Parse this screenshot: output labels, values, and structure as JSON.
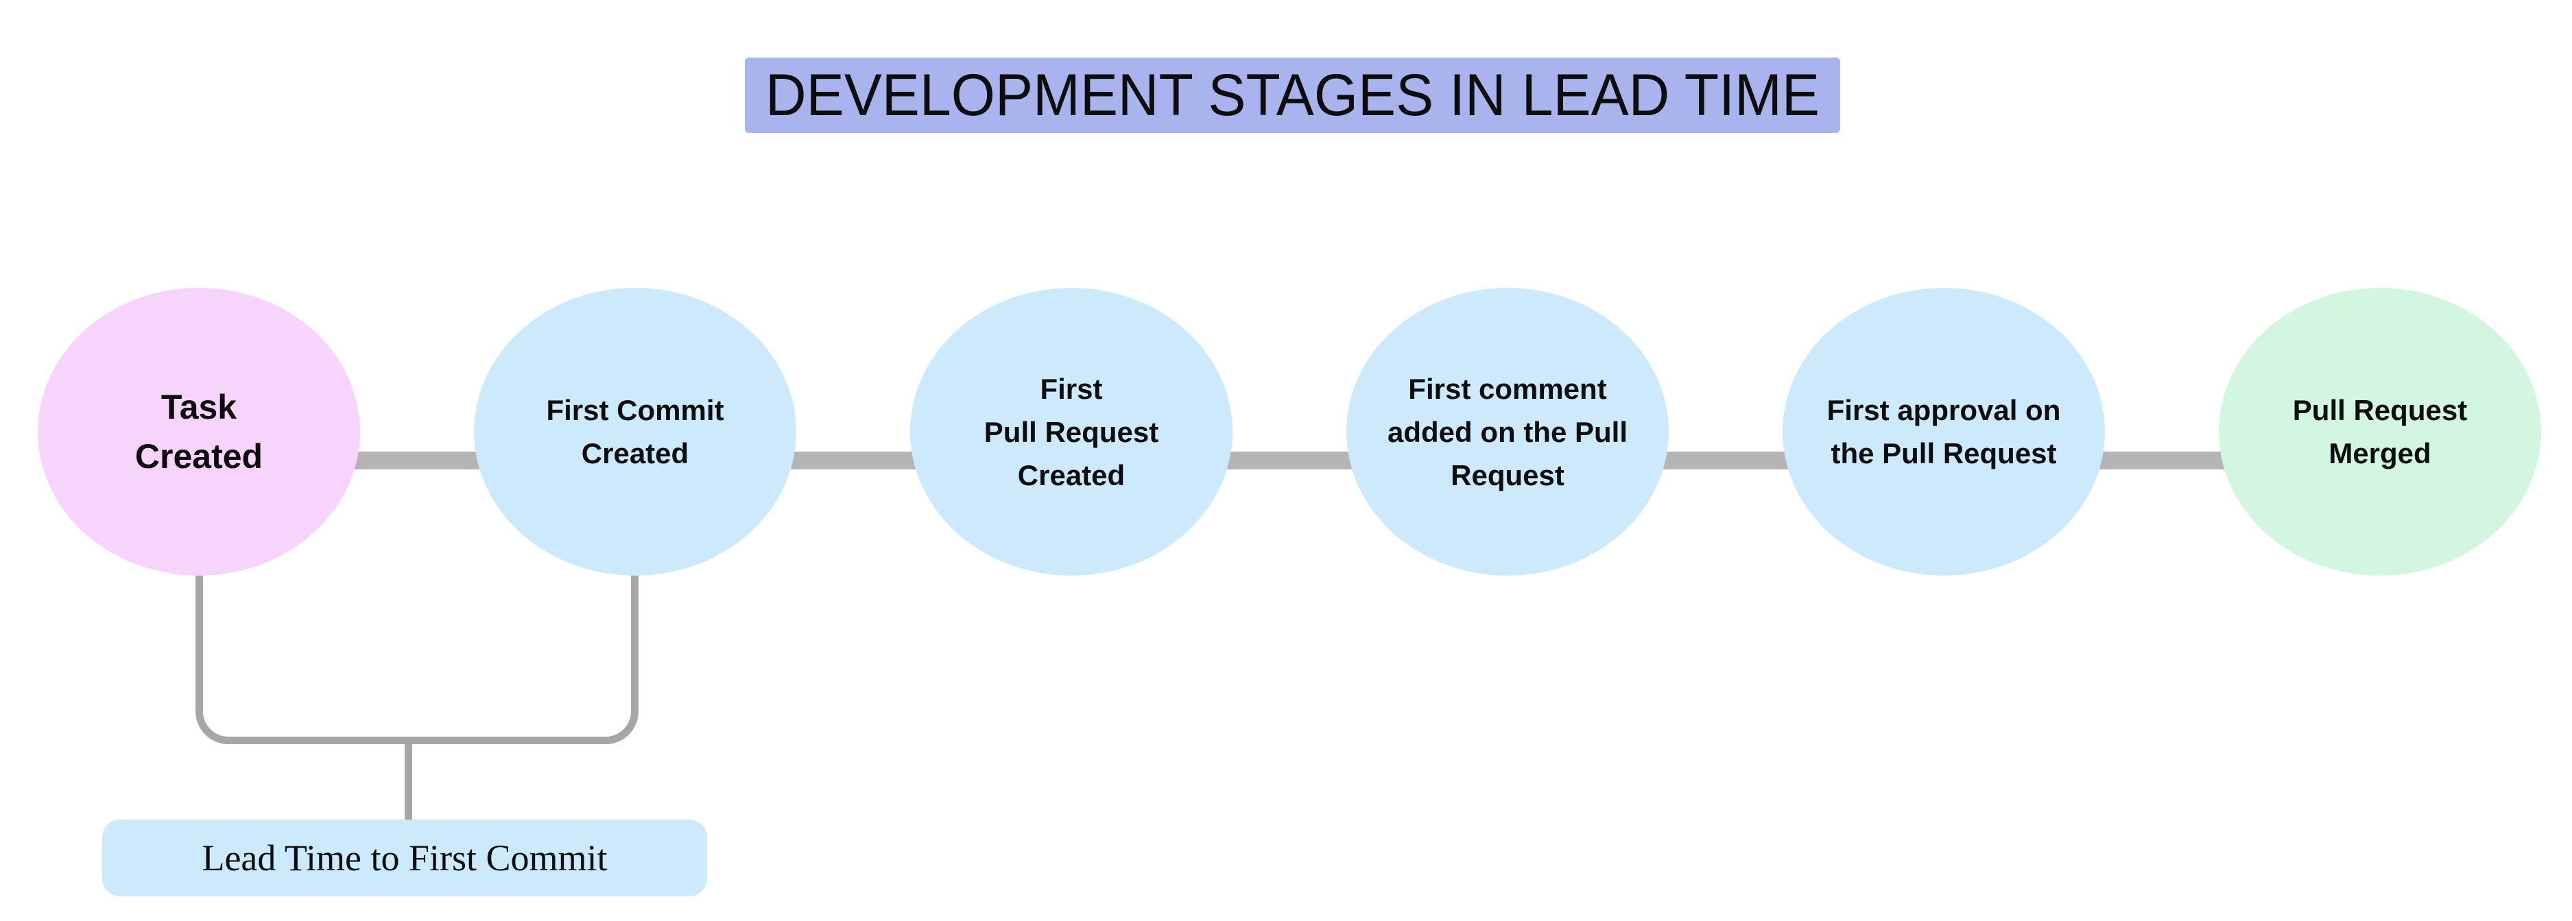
{
  "diagram": {
    "title": "DEVELOPMENT STAGES IN LEAD TIME",
    "stages": [
      {
        "label": "Task\nCreated",
        "fill": "#f6d4fb",
        "role": "start"
      },
      {
        "label": "First Commit\nCreated",
        "fill": "#cdeafc",
        "role": "middle"
      },
      {
        "label": "First\nPull Request\nCreated",
        "fill": "#cdeafc",
        "role": "middle"
      },
      {
        "label": "First comment\nadded on the Pull\nRequest",
        "fill": "#cdeafc",
        "role": "middle"
      },
      {
        "label": "First approval on\nthe Pull Request",
        "fill": "#cdeafc",
        "role": "middle"
      },
      {
        "label": "Pull Request\nMerged",
        "fill": "#d2f6e0",
        "role": "end"
      }
    ],
    "bracket_annotation": {
      "label": "Lead Time to First Commit",
      "spans_stages": [
        "Task Created",
        "First Commit Created"
      ],
      "fill": "#cdeafc"
    },
    "colors": {
      "title_bg": "#a9b4ef",
      "connector": "#b5b3b3",
      "bracket": "#a6a6a6",
      "text": "#0d0d0d",
      "background": "#ffffff"
    }
  }
}
